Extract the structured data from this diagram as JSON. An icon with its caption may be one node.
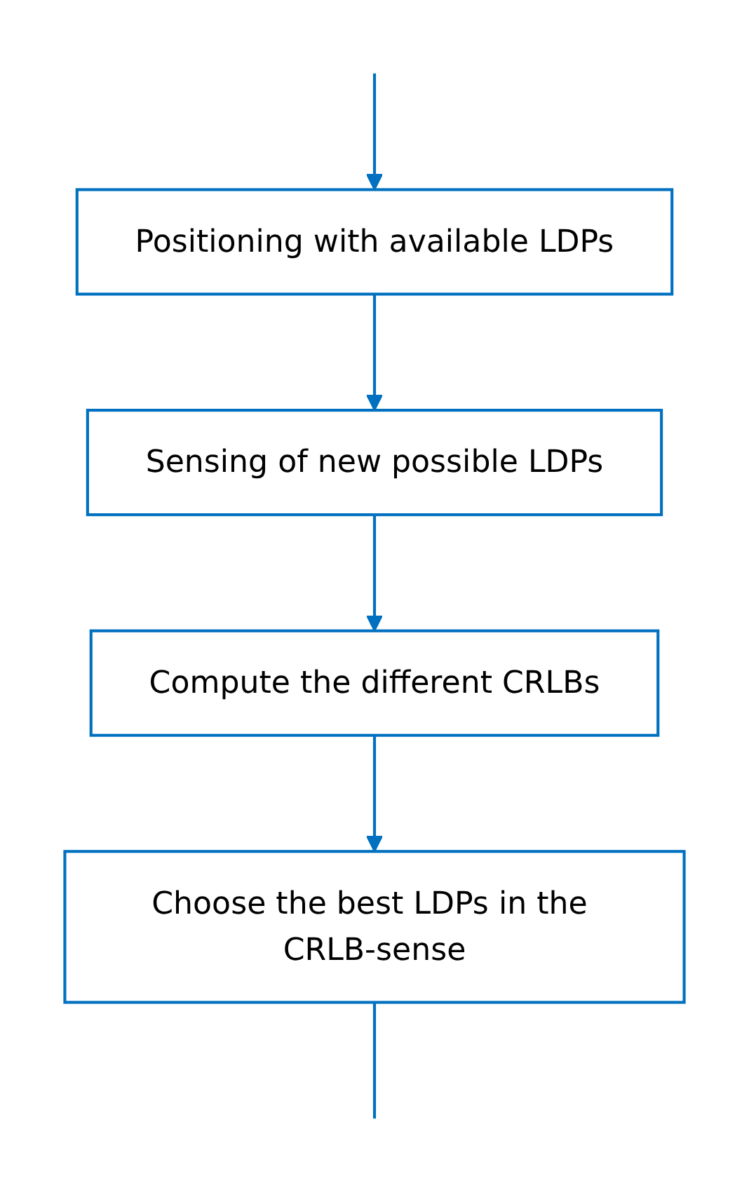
{
  "diagram": {
    "nodes": [
      {
        "text": [
          "Positioning with available LDPs"
        ]
      },
      {
        "text": [
          "Sensing of new possible LDPs"
        ]
      },
      {
        "text": [
          "Compute the different CRLBs"
        ]
      },
      {
        "text": [
          "Choose the best LDPs in the CRLB-sense"
        ]
      }
    ],
    "edges": [
      {
        "from": 0,
        "to": 1,
        "arrow": "to"
      },
      {
        "from": 1,
        "to": 2,
        "arrow": "to"
      },
      {
        "from": 2,
        "to": 3,
        "arrow": "to"
      },
      {
        "from": 3,
        "to": null,
        "arrow": "none"
      },
      {
        "from": null,
        "to": 0,
        "arrow": "to"
      }
    ]
  }
}
